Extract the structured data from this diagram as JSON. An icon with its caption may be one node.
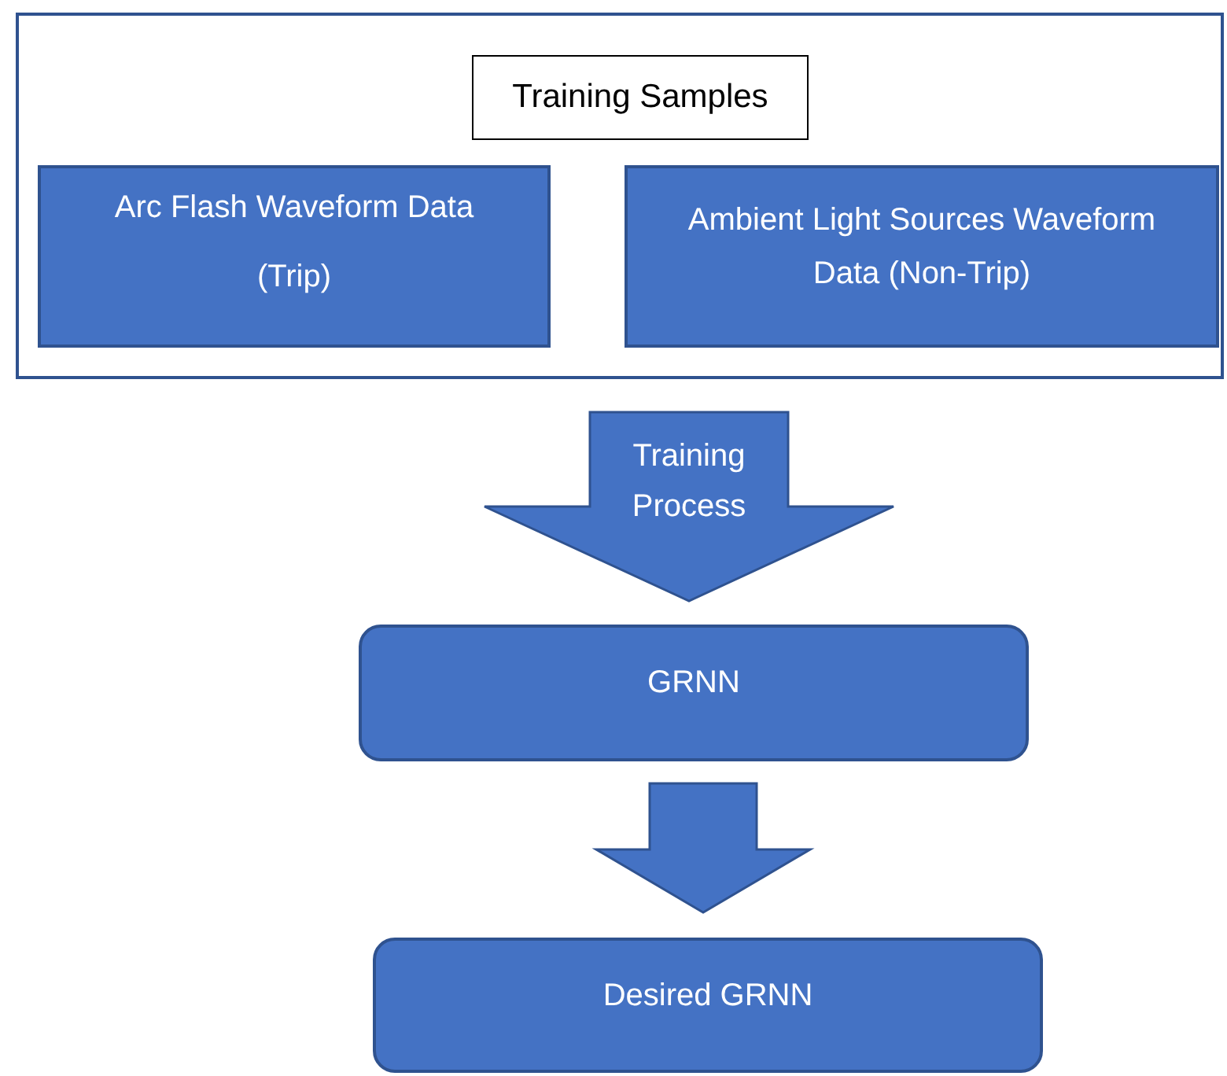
{
  "diagram": {
    "nodes": [
      {
        "text": [],
        "shape": "box"
      },
      {
        "text": [
          "Training Samples"
        ],
        "in": 0
      },
      {
        "text": [
          "Arc Flash Waveform Data",
          "(Trip)"
        ],
        "in": 0
      },
      {
        "text": [
          "Ambient Light Sources Waveform Data (Non-Trip)"
        ],
        "in": 0
      },
      {
        "text": [
          "GRNN"
        ]
      },
      {
        "text": [
          "Desired GRNN"
        ]
      }
    ],
    "edges": [
      {
        "from": 0,
        "to": 4,
        "arrow": "to",
        "label": "Training Process"
      },
      {
        "from": 4,
        "to": 5,
        "arrow": "to"
      }
    ]
  }
}
